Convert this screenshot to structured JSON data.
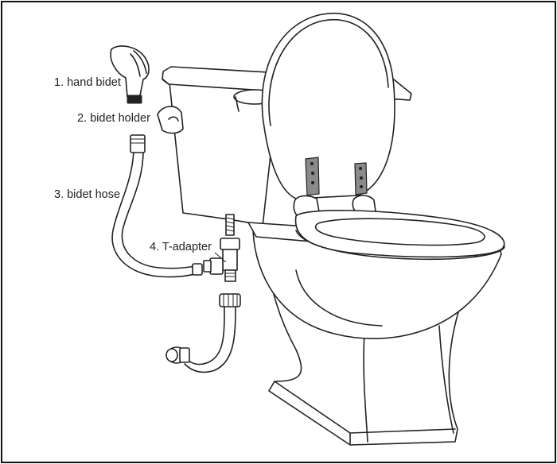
{
  "labels": {
    "hand_bidet": "1. hand bidet",
    "bidet_holder": "2. bidet holder",
    "bidet_hose": "3. bidet hose",
    "t_adapter": "4. T-adapter"
  }
}
